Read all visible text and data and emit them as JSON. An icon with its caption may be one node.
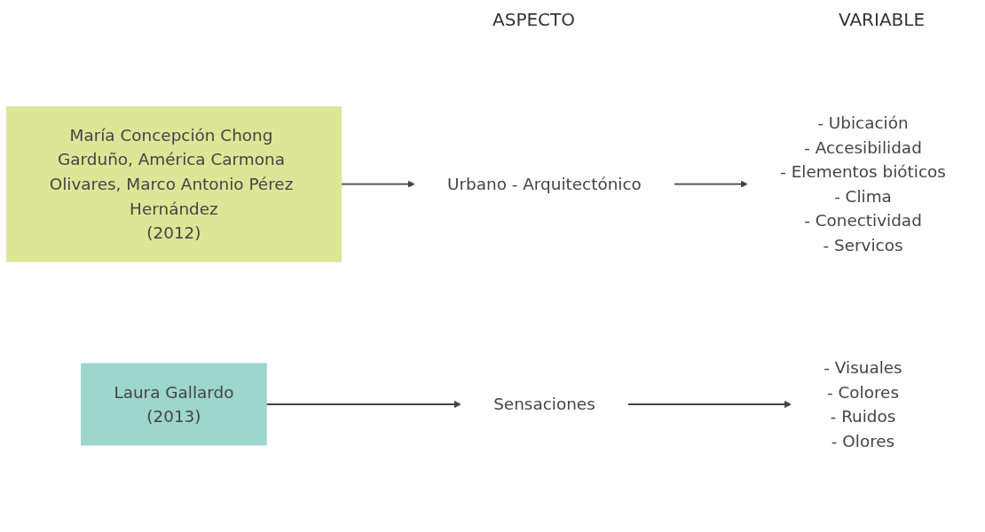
{
  "diagram": {
    "nodes": [
      {
        "text": [
          "María Concepción Chong Garduño, América Carmona Olivares, Marco Antonio Pérez Hernández",
          "(2012)"
        ]
      },
      {
        "text": [
          "Urbano - Arquitectónico"
        ]
      },
      {
        "text": [
          "- Ubicación",
          "- Accesibilidad",
          "- Elementos bióticos",
          "- Clima",
          "- Conectividad",
          "- Servicos"
        ]
      },
      {
        "text": [
          "Laura Gallardo",
          "(2013)"
        ]
      },
      {
        "text": [
          "Sensaciones"
        ]
      },
      {
        "text": [
          "- Visuales",
          "- Colores",
          "- Ruidos",
          "- Olores"
        ]
      }
    ],
    "edges": [
      {
        "from": 0,
        "to": 1,
        "arrow": "to"
      },
      {
        "from": 1,
        "to": 2,
        "arrow": "to"
      },
      {
        "from": 3,
        "to": 4,
        "arrow": "to"
      },
      {
        "from": 4,
        "to": 5,
        "arrow": "to"
      }
    ],
    "labels": [
      "ASPECTO",
      "VARIABLE"
    ]
  }
}
